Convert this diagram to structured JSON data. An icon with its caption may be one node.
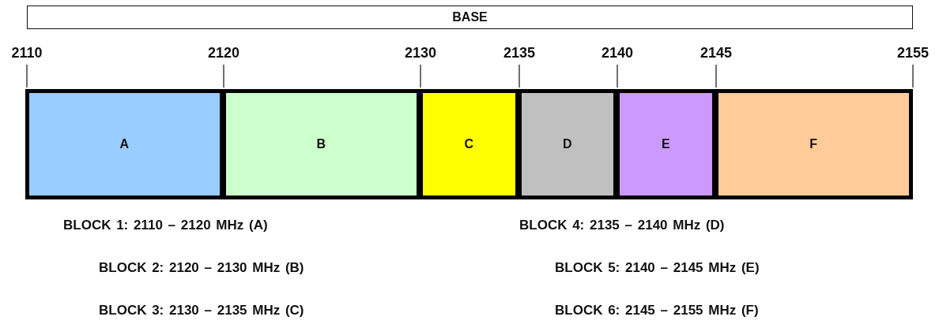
{
  "diagram": {
    "nodes": [
      {
        "text": [
          "BASE"
        ]
      },
      {
        "text": [
          "A"
        ]
      },
      {
        "text": [
          "B"
        ]
      },
      {
        "text": [
          "C"
        ]
      },
      {
        "text": [
          "D"
        ]
      },
      {
        "text": [
          "E"
        ]
      },
      {
        "text": [
          "F"
        ]
      }
    ],
    "labels": [
      "2110",
      "2120",
      "2130",
      "2135",
      "2140",
      "2145",
      "2155",
      "BLOCK 1: 2110 – 2120 MHz (A)",
      "BLOCK 4: 2135 – 2140 MHz (D)",
      "BLOCK 2: 2120 – 2130 MHz (B)",
      "BLOCK 5: 2140 – 2145 MHz (E)",
      "BLOCK 3: 2130 – 2135 MHz (C)",
      "BLOCK 6: 2145 – 2155 MHz (F)"
    ]
  }
}
